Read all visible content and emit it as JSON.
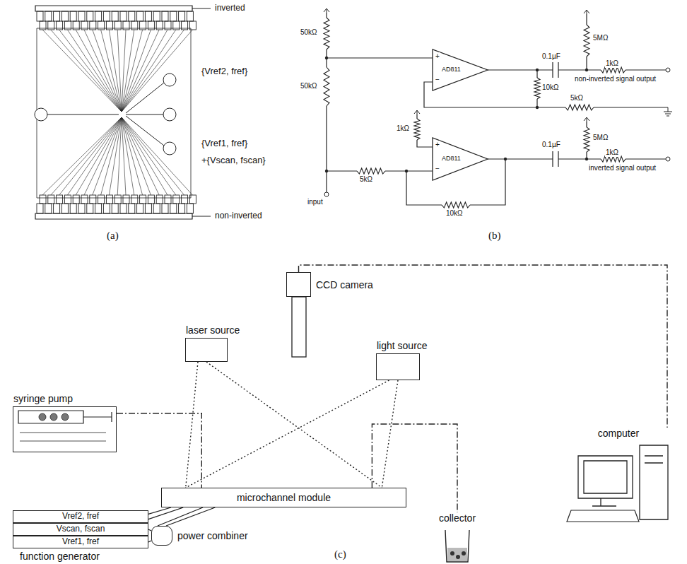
{
  "diagram": {
    "nodes": [
      {
        "text": [
          "laser source"
        ]
      },
      {
        "text": [
          "CCD camera"
        ]
      },
      {
        "text": [
          "light source"
        ]
      },
      {
        "text": [
          "syringe pump"
        ]
      },
      {
        "text": [
          "microchannel module"
        ]
      },
      {
        "text": [
          "function generator"
        ]
      },
      {
        "text": [
          "Vref2, fref"
        ],
        "in": 5
      },
      {
        "text": [
          "Vscan, fscan"
        ],
        "in": 5
      },
      {
        "text": [
          "Vref1, fref"
        ],
        "in": 5
      },
      {
        "text": [
          "power combiner"
        ]
      },
      {
        "text": [
          "collector"
        ]
      },
      {
        "text": [
          "computer"
        ]
      }
    ],
    "edges": [
      {
        "from": 3,
        "to": 4,
        "arrow": "none"
      },
      {
        "from": 4,
        "to": 10,
        "arrow": "none"
      },
      {
        "from": 1,
        "to": 11,
        "arrow": "none"
      },
      {
        "from": 0,
        "to": 4,
        "arrow": "none"
      },
      {
        "from": 0,
        "to": 4,
        "arrow": "none"
      },
      {
        "from": 2,
        "to": 4,
        "arrow": "none"
      },
      {
        "from": 2,
        "to": 4,
        "arrow": "none"
      },
      {
        "from": 6,
        "to": 4,
        "arrow": "none"
      },
      {
        "from": 6,
        "to": 4,
        "arrow": "none"
      },
      {
        "from": 7,
        "to": 9,
        "arrow": "none"
      },
      {
        "from": 8,
        "to": 9,
        "arrow": "none"
      },
      {
        "from": 9,
        "to": 4,
        "arrow": "none"
      },
      {
        "from": 9,
        "to": 4,
        "arrow": "none"
      }
    ],
    "labels": [
      "inverted",
      "non-inverted",
      "{Vref2, fref}",
      "{Vref1, fref}",
      "+{Vscan, fscan}",
      "(a)",
      "50kΩ",
      "50kΩ",
      "AD811",
      "+",
      "−",
      "0.1µF",
      "5MΩ",
      "1kΩ",
      "non-inverted signal output",
      "10kΩ",
      "5kΩ",
      "1kΩ",
      "AD811",
      "+",
      "−",
      "0.1µF",
      "5MΩ",
      "1kΩ",
      "inverted signal output",
      "5kΩ",
      "10kΩ",
      "input",
      "(b)",
      "(c)"
    ]
  }
}
